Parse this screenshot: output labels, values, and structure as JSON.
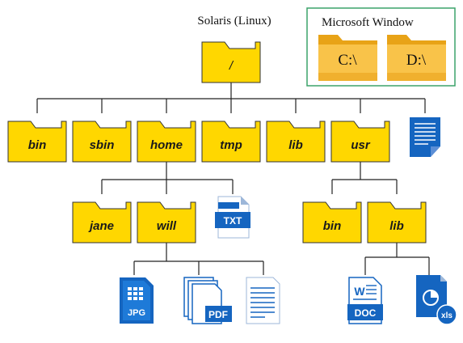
{
  "root": {
    "title": "Solaris (Linux)",
    "label": "/"
  },
  "windows": {
    "title": "Microsoft Window",
    "drives": [
      "C:\\",
      "D:\\"
    ]
  },
  "top_dirs": [
    "bin",
    "sbin",
    "home",
    "tmp",
    "lib",
    "usr"
  ],
  "home_dirs": [
    "jane",
    "will"
  ],
  "usr_dirs": [
    "bin",
    "lib"
  ],
  "file_labels": {
    "txt": "TXT",
    "jpg": "JPG",
    "pdf": "PDF",
    "doc": "DOC",
    "xls": "xls",
    "doc_letter": "W"
  },
  "colors": {
    "folder": "#FFD700",
    "folder_stroke": "#333333",
    "win_folder": "#F5B82E",
    "win_folder_front": "#FFCC5C",
    "doc_blue": "#1565C0",
    "win_border": "#3CA36A",
    "line": "#222222"
  }
}
